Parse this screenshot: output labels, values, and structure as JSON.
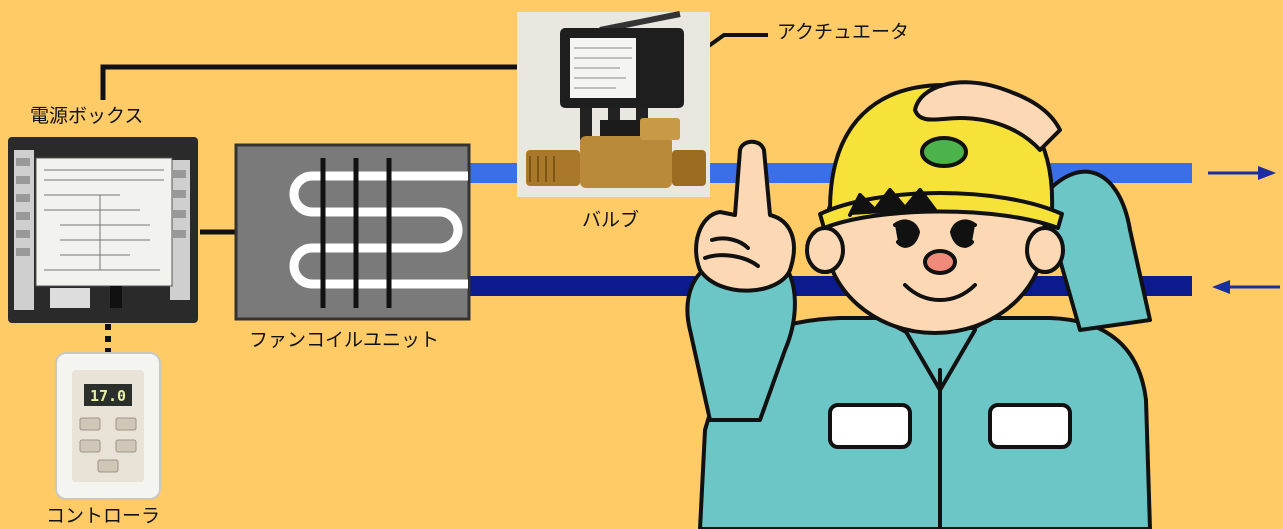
{
  "labels": {
    "actuator": "アクチュエータ",
    "power_box": "電源ボックス",
    "valve": "バルブ",
    "fan_coil_unit": "ファンコイルユニット",
    "controller": "コントローラ"
  },
  "controller_display": "17.0",
  "colors": {
    "background": "#FFCB66",
    "supply_pipe": "#3B6FE8",
    "return_pipe": "#0B1A8C",
    "arrow": "#1B2E9E",
    "wire": "#111111",
    "unit_fill": "#7A7A7A",
    "worker_uniform": "#6CC6C6",
    "helmet": "#F7E23A",
    "skin": "#FCD9B4"
  },
  "icons": {
    "supply_arrow": "arrow-right-icon",
    "return_arrow": "arrow-left-icon",
    "worker": "worker-with-helmet-illustration"
  }
}
